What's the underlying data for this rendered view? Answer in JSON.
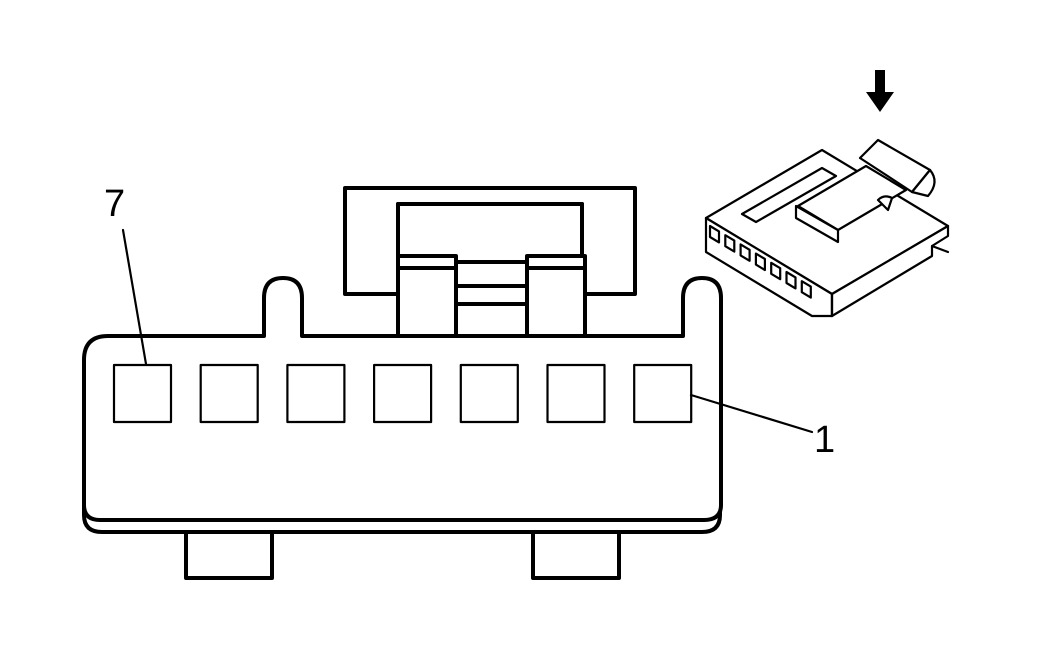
{
  "diagram": {
    "pin_labels": {
      "left": "7",
      "right": "1"
    },
    "cavity_count": 7,
    "arrow_icon": "down-arrow-icon",
    "colors": {
      "ink": "#000000",
      "background": "#ffffff"
    }
  }
}
